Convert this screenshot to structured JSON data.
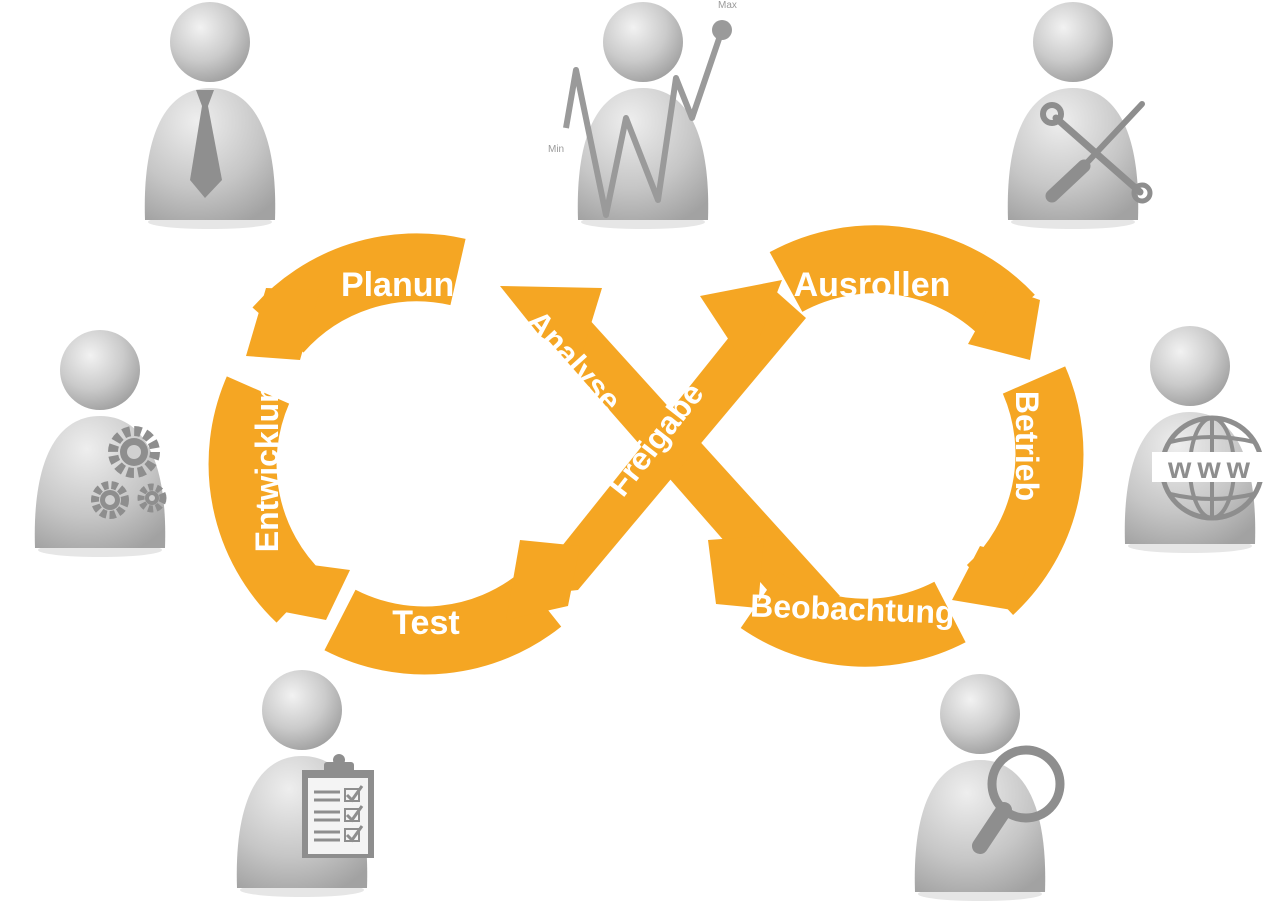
{
  "colors": {
    "accent": "#f5a623",
    "person": "#c9c9c9",
    "icon": "#8e8e8e",
    "label": "#ffffff"
  },
  "cycle": {
    "planning": "Planung",
    "analysis": "Analyse",
    "release": "Freigabe",
    "deploy": "Ausrollen",
    "operate": "Betrieb",
    "monitor": "Beobachtung",
    "test": "Test",
    "develop": "Entwicklung"
  },
  "analyst_chart": {
    "max_label": "Max",
    "min_label": "Min"
  },
  "web_icon": {
    "text": "www"
  },
  "people": [
    {
      "icon": "tie-icon"
    },
    {
      "icon": "line-chart-icon"
    },
    {
      "icon": "tools-icon"
    },
    {
      "icon": "gears-icon"
    },
    {
      "icon": "globe-www-icon"
    },
    {
      "icon": "clipboard-checklist-icon"
    },
    {
      "icon": "magnifier-icon"
    }
  ]
}
